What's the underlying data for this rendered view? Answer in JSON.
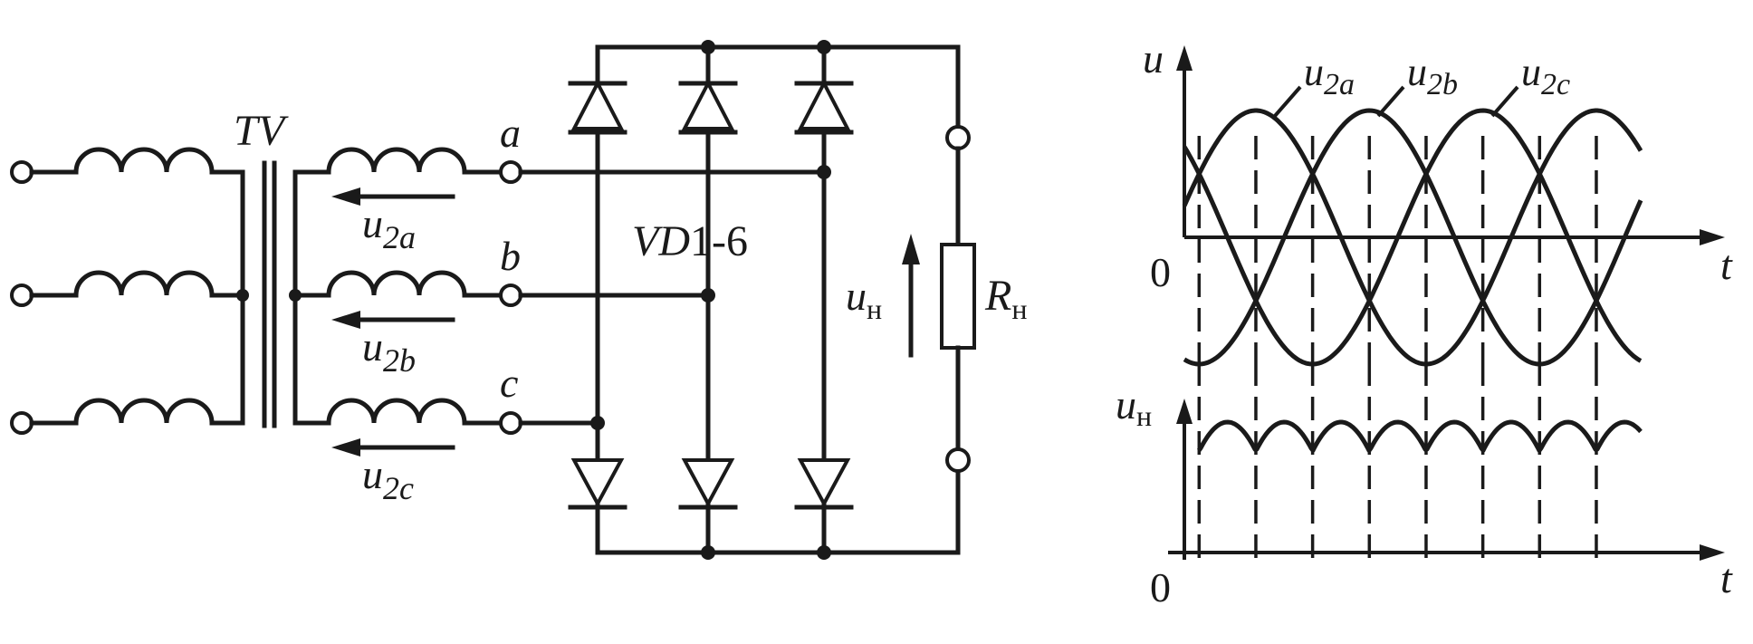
{
  "circuit": {
    "transformer": "TV",
    "phase_a": "a",
    "phase_b": "b",
    "phase_c": "c",
    "voltage_label_base": "u",
    "sub_a": "2a",
    "sub_b": "2b",
    "sub_c": "2c",
    "diodes_main": "VD",
    "diodes_rest": "1-6",
    "load_voltage_base": "u",
    "load_voltage_sub": "н",
    "resistor_base": "R",
    "resistor_sub": "н"
  },
  "plot_top": {
    "y_axis": "u",
    "x_axis": "t",
    "origin": "0",
    "curve_a": {
      "base": "u",
      "sub": "2a"
    },
    "curve_b": {
      "base": "u",
      "sub": "2b"
    },
    "curve_c": {
      "base": "u",
      "sub": "2c"
    }
  },
  "plot_bottom": {
    "y_axis_base": "u",
    "y_axis_sub": "н",
    "x_axis": "t",
    "origin": "0"
  }
}
